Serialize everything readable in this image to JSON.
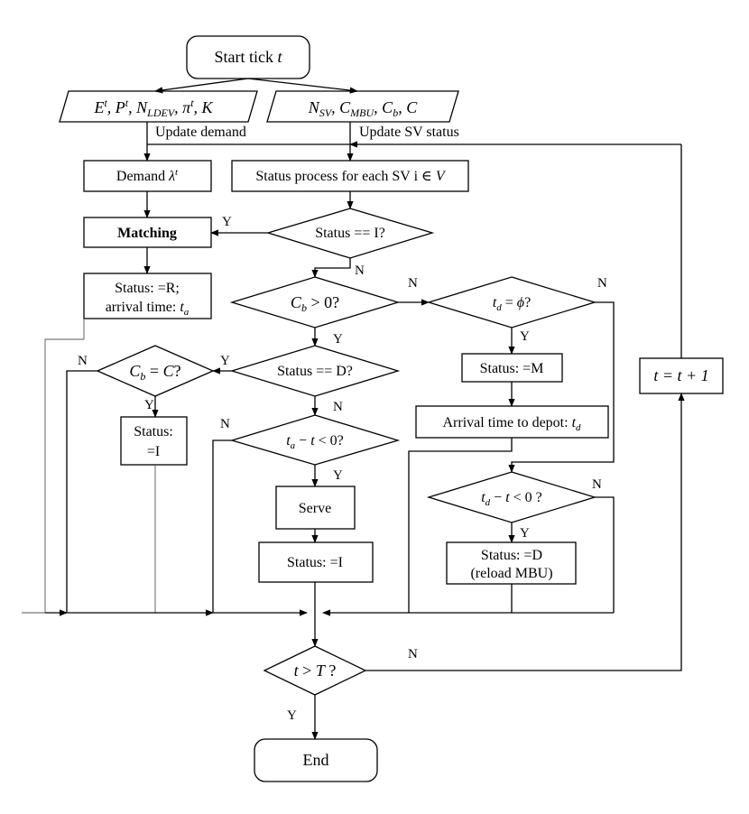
{
  "nodes": {
    "start": "Start tick t",
    "input_left": "E^t, P^t, N_LDEV, π^t, K",
    "input_right": "N_SV, C_MBU, C_b, C",
    "demand": "Demand λ^t",
    "status_process": "Status process for each SV i ∈ V",
    "matching": "Matching",
    "status_i_q": "Status == I?",
    "status_r_line1": "Status: =R;",
    "status_r_line2": "arrival time: t_a",
    "cb_gt0": "C_b > 0?",
    "td_phi": "t_d = ϕ?",
    "status_d_q": "Status == D?",
    "cb_eq_c": "C_b = C?",
    "status_m": "Status: =M",
    "status_i_left_line1": "Status:",
    "status_i_left_line2": "=I",
    "arrival_depot": "Arrival time to depot: t_d",
    "ta_minus_t": "t_a − t < 0?",
    "td_minus_t": "t_d − t < 0 ?",
    "serve": "Serve",
    "status_i_center": "Status: =I",
    "status_d_line1": "Status: =D",
    "status_d_line2": "(reload MBU)",
    "t_gt_T": "t > T ?",
    "end": "End",
    "increment": "t = t + 1"
  },
  "edge_labels": {
    "update_demand": "Update demand",
    "update_sv_status": "Update SV status",
    "yes": "Y",
    "no": "N"
  }
}
